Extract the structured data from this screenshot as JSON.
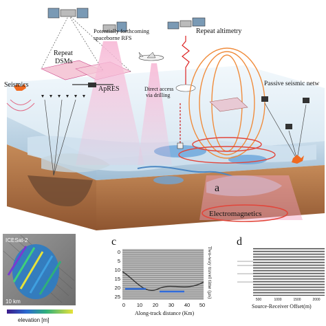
{
  "labels": {
    "repeat_dsms_1": "Repeat",
    "repeat_dsms_2": "DSMs",
    "rfs_1": "Potentially forthcoming",
    "rfs_2": "spaceborne RFS",
    "repeat_altimetry": "Repeat altimetry",
    "seismics": "Seismics",
    "apres": "ApRES",
    "direct_access_1": "Direct access",
    "direct_access_2": "via drilling",
    "passive_seismic": "Passive seismic netw",
    "panel_a": "a",
    "electromagnetics": "Electromagnetics"
  },
  "panel_b": {
    "caption": "ICESat-2",
    "scale": "10 km",
    "colorbar_label": "elevation [m]"
  },
  "panel_c": {
    "letter": "c",
    "yticks": [
      "0",
      "5",
      "10",
      "15",
      "20",
      "25"
    ],
    "xticks": [
      "0",
      "10",
      "20",
      "30",
      "40",
      "50"
    ],
    "xlabel": "Along-track distance (Km)",
    "ylabel": "Two-way travel time (µs)"
  },
  "panel_d": {
    "letter": "d",
    "xlabel": "Source-Receiver Offset(m)",
    "xticks": [
      "500",
      "1000",
      "1500",
      "2000"
    ]
  },
  "colors": {
    "ice_top": "#eaf4fa",
    "ice_side": "#b7cfe0",
    "bedrock": "#b57a4a",
    "lake": "#6ea8dc",
    "beam_pink": "#f2a6c8",
    "em_orange": "#f08c3c",
    "em_red": "#e2453a"
  },
  "icons": [
    "satellite-icon",
    "airplane-icon",
    "seismic-source-icon",
    "geophone-icon"
  ]
}
